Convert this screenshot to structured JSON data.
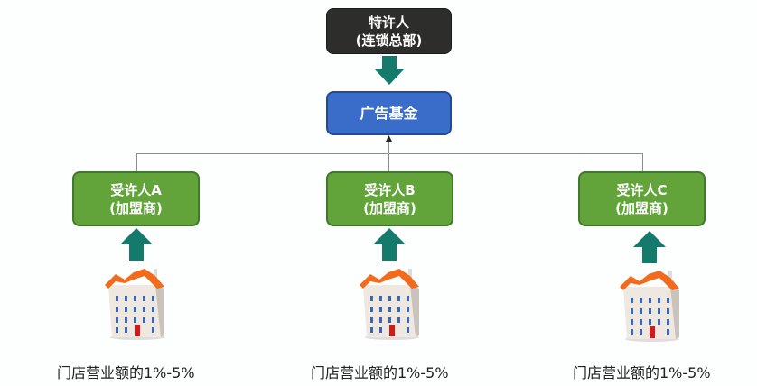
{
  "franchisor": {
    "line1": "特许人",
    "line2": "(连锁总部)",
    "color": "#2d2d2b"
  },
  "fund": {
    "label": "广告基金",
    "color": "#3a6cc9"
  },
  "franchisees": [
    {
      "line1": "受许人A",
      "line2": "(加盟商)",
      "color": "#62a43a"
    },
    {
      "line1": "受许人B",
      "line2": "(加盟商)",
      "color": "#62a43a"
    },
    {
      "line1": "受许人C",
      "line2": "(加盟商)",
      "color": "#62a43a"
    }
  ],
  "stores": [
    {
      "caption": "门店营业额的1%-5%"
    },
    {
      "caption": "门店营业额的1%-5%"
    },
    {
      "caption": "门店营业额的1%-5%"
    }
  ],
  "arrow_color": "#137a6c"
}
